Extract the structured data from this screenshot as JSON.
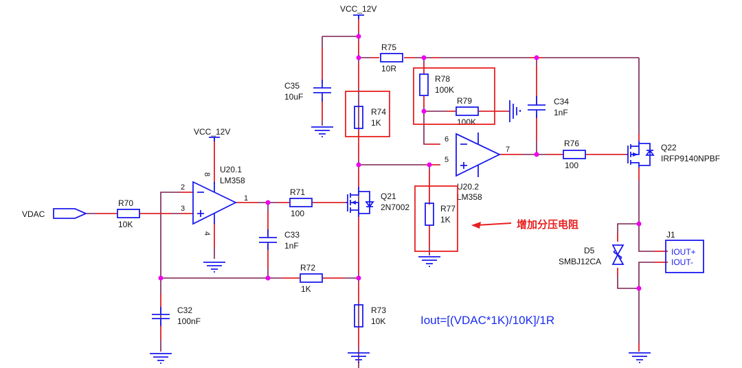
{
  "title": "VDAC to current-output driver schematic",
  "colors": {
    "wire": "#7a1f4f",
    "pin_stub": "#ee2222",
    "symbol": "#1a1aee",
    "junction": "#ee00ee",
    "highlight": "#e81f1f",
    "formula": "#1a2cf0"
  },
  "power": {
    "vcc_top": "VCC_12V",
    "vcc_u20_1": "VCC_12V"
  },
  "ports": {
    "vdac": "VDAC"
  },
  "components": {
    "R70": {
      "ref": "R70",
      "value": "10K"
    },
    "R71": {
      "ref": "R71",
      "value": "100"
    },
    "R72": {
      "ref": "R72",
      "value": "1K"
    },
    "R73": {
      "ref": "R73",
      "value": "10K"
    },
    "R74": {
      "ref": "R74",
      "value": "1K"
    },
    "R75": {
      "ref": "R75",
      "value": "10R"
    },
    "R76": {
      "ref": "R76",
      "value": "100"
    },
    "R77": {
      "ref": "R77",
      "value": "1K"
    },
    "R78": {
      "ref": "R78",
      "value": "100K"
    },
    "R79": {
      "ref": "R79",
      "value": "100K"
    },
    "C32": {
      "ref": "C32",
      "value": "100nF"
    },
    "C33": {
      "ref": "C33",
      "value": "1nF"
    },
    "C34": {
      "ref": "C34",
      "value": "1nF"
    },
    "C35": {
      "ref": "C35",
      "value": "10uF"
    },
    "U20_1": {
      "ref": "U20.1",
      "value": "LM358",
      "pins": {
        "inv": "2",
        "noninv": "3",
        "out": "1",
        "vcc": "8",
        "gnd": "4"
      }
    },
    "U20_2": {
      "ref": "U20.2",
      "value": "LM358",
      "pins": {
        "inv": "6",
        "noninv": "5",
        "out": "7"
      }
    },
    "Q21": {
      "ref": "Q21",
      "value": "2N7002"
    },
    "Q22": {
      "ref": "Q22",
      "value": "IRFP9140NPBF"
    },
    "D5": {
      "ref": "D5",
      "value": "SMBJ12CA"
    },
    "J1": {
      "ref": "J1",
      "pins": [
        "IOUT+",
        "IOUT-"
      ]
    }
  },
  "annotations": {
    "note": "增加分压电阻",
    "formula": "Iout=[(VDAC*1K)/10K]/1R"
  }
}
